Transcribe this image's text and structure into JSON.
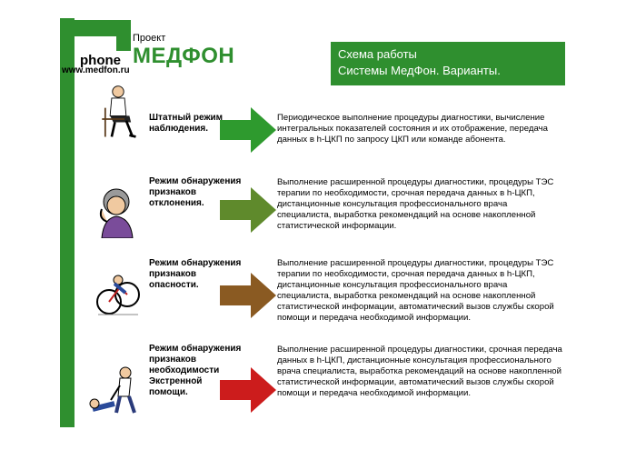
{
  "logo": {
    "phone": "phone",
    "proekt": "Проект",
    "brand": "МЕДФОН",
    "url": "www.medfon.ru"
  },
  "title": {
    "line1": "Схема работы",
    "line2": "Системы МедФон. Варианты."
  },
  "modes": [
    {
      "label": [
        "Штатный режим",
        "наблюдения."
      ],
      "description": [
        "Периодическое выполнение процедуры диагностики, вычисление",
        "интегральных показателей состояния и их отображение, передача",
        "данных в h-ЦКП по запросу ЦКП или команде абонента."
      ],
      "arrow_color": "#2e9a2e",
      "figure_icon": "man-sitting-icon"
    },
    {
      "label": [
        "Режим обнаружения",
        "признаков",
        "отклонения."
      ],
      "description": [
        "Выполнение расширенной процедуры диагностики, процедуры ТЭС",
        "терапии по необходимости,  срочная передача данных в h-ЦКП,",
        "дистанционные консультация профессионального врача",
        "специалиста, выработка рекомендаций на основе накопленной",
        "статистической информации."
      ],
      "arrow_color": "#5f8a2c",
      "figure_icon": "unwell-woman-icon"
    },
    {
      "label": [
        "Режим обнаружения",
        "признаков",
        "опасности."
      ],
      "description": [
        "Выполнение расширенной процедуры диагностики, процедуры ТЭС",
        "терапии по необходимости,  срочная передача данных в h-ЦКП,",
        "дистанционные консультация профессионального врача",
        "специалиста, выработка рекомендаций на основе накопленной",
        "статистической информации, автоматический вызов службы скорой",
        "помощи и передача необходимой информации."
      ],
      "arrow_color": "#8a5a22",
      "figure_icon": "bicycle-crash-icon"
    },
    {
      "label": [
        "Режим обнаружения",
        "признаков",
        "необходимости",
        "Экстренной",
        "помощи."
      ],
      "description": [
        "Выполнение расширенной процедуры диагностики, срочная передача",
        "данных в h-ЦКП, дистанционные консультация профессионального",
        "врача специалиста, выработка рекомендаций на основе накопленной",
        "статистической информации, автоматический вызов службы скорой",
        "помощи и передача необходимой информации."
      ],
      "arrow_color": "#cc1c1c",
      "figure_icon": "first-aid-icon"
    }
  ]
}
